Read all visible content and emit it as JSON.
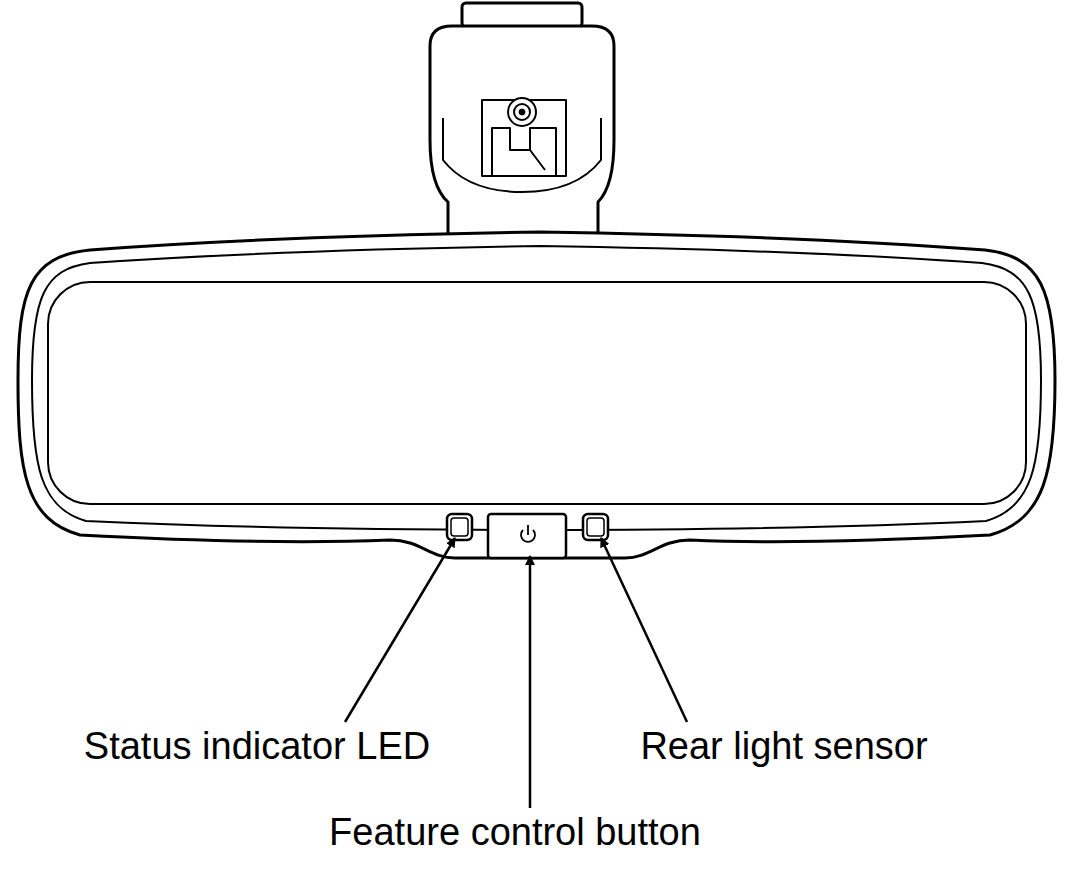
{
  "diagram": {
    "labels": [
      "Status indicator LED",
      "Rear light sensor",
      "Feature control button"
    ]
  }
}
